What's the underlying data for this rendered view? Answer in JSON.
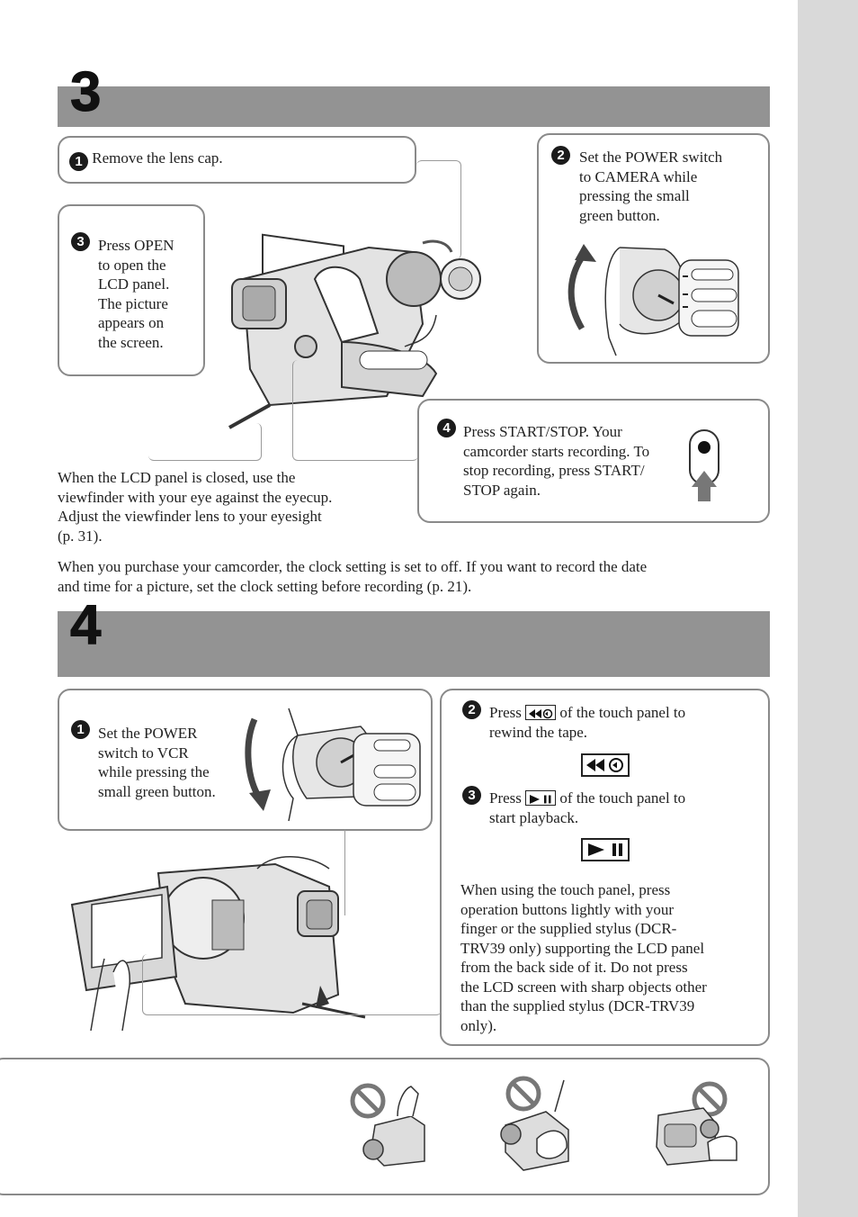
{
  "section3": {
    "number": "3",
    "step1": {
      "num": "1",
      "text": "Remove the lens cap."
    },
    "step2": {
      "num": "2",
      "lines": [
        "Set the POWER switch",
        "to CAMERA while",
        "pressing the small",
        "green button."
      ]
    },
    "step3": {
      "num": "3",
      "lines": [
        "Press OPEN",
        "to open the",
        "LCD panel.",
        "The picture",
        "appears on",
        "the screen."
      ]
    },
    "step4": {
      "num": "4",
      "lines": [
        "Press START/STOP. Your",
        "camcorder starts recording. To",
        "stop recording, press START/",
        "STOP again."
      ]
    },
    "viewfinder_note": [
      "When the LCD panel is closed, use the",
      "viewfinder with your eye against the eyecup.",
      "Adjust the viewfinder lens to your eyesight",
      "(p. 31)."
    ],
    "clock_note": [
      "When you purchase your camcorder, the clock setting is set to off. If you want to record the date",
      "and time for a picture, set the clock setting before recording (p. 21)."
    ]
  },
  "section4": {
    "number": "4",
    "step1": {
      "num": "1",
      "lines": [
        "Set the POWER",
        "switch to VCR",
        "while pressing the",
        "small green button."
      ]
    },
    "step2": {
      "num": "2",
      "pre": "Press",
      "post": "of the touch panel to",
      "line2": "rewind the tape."
    },
    "step3": {
      "num": "3",
      "pre": "Press",
      "post": "of the touch panel to",
      "line2": "start playback."
    },
    "touch_note": [
      "When using the touch panel, press",
      "operation buttons lightly with your",
      "finger or the supplied stylus (DCR-",
      "TRV39 only) supporting the LCD panel",
      "from the back side of it. Do not press",
      "the LCD screen with sharp objects other",
      "than the supplied stylus (DCR-TRV39",
      "only)."
    ]
  },
  "icons": {
    "step_badge": "numbered-circle-icon",
    "rewind": "rewind-button-icon",
    "play_pause": "play-pause-button-icon",
    "record": "record-button-icon",
    "prohibited": "prohibited-icon"
  },
  "colors": {
    "band": "#939393",
    "side_tab": "#d9d9d9",
    "box_border": "#8a8a8a"
  }
}
